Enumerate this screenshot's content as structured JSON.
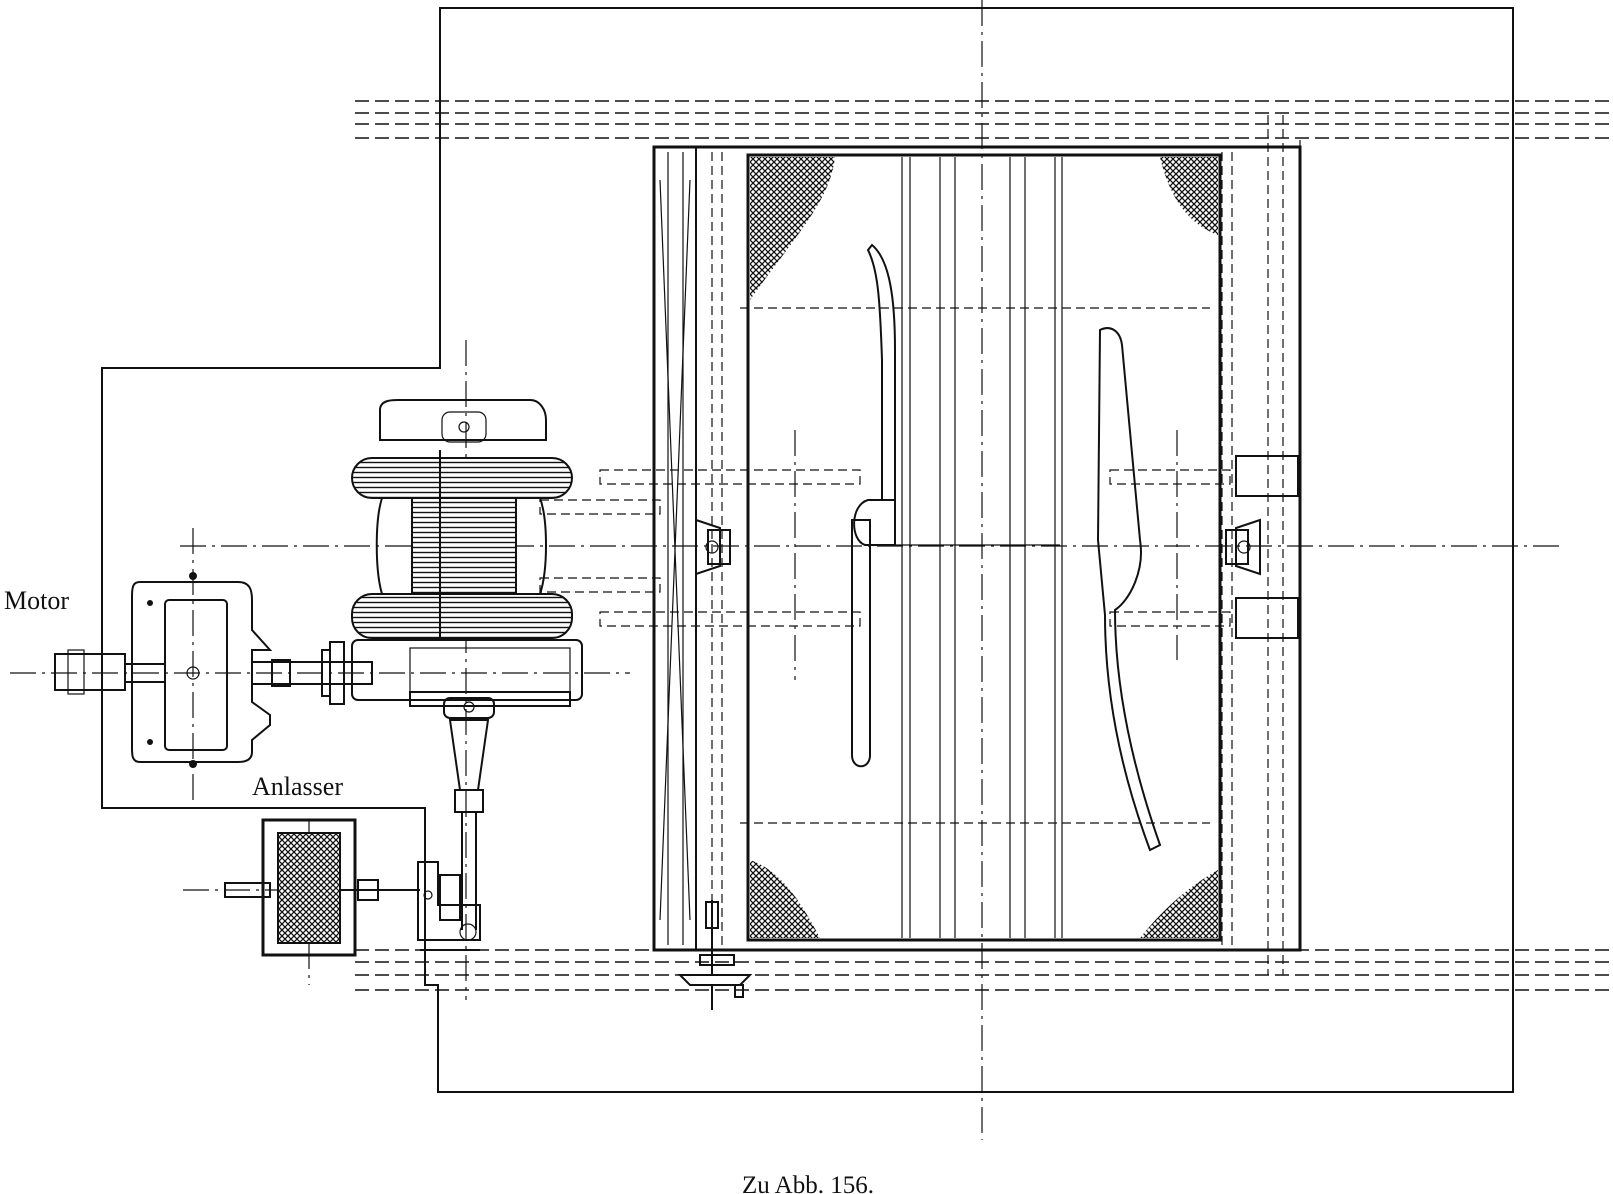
{
  "labels": {
    "motor": "Motor",
    "starter": "Anlasser",
    "caption": "Zu Abb. 156."
  }
}
